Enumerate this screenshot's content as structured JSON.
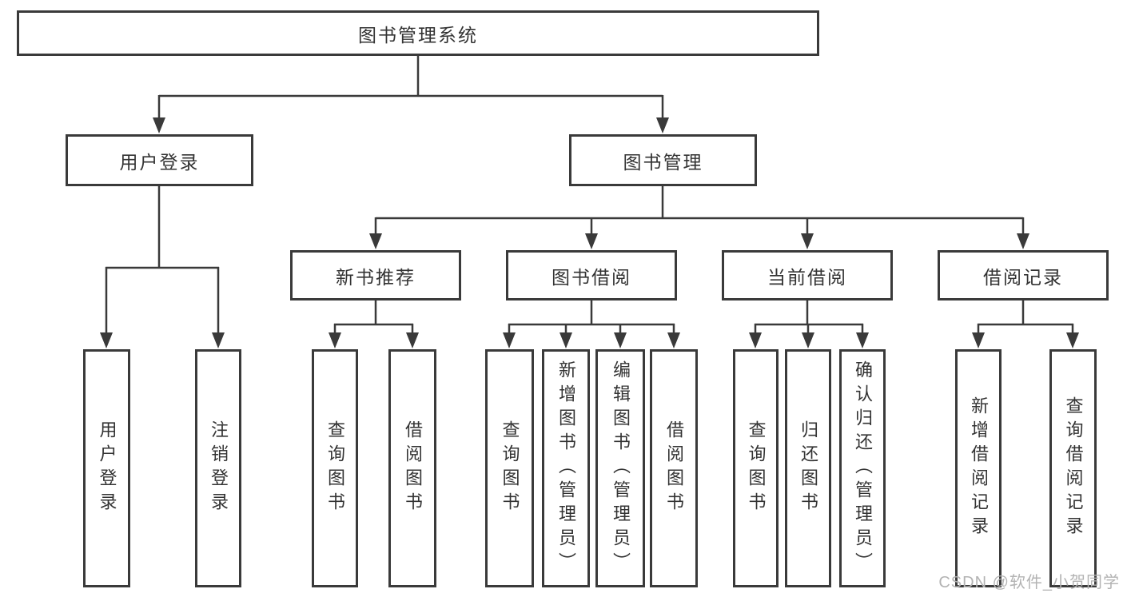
{
  "diagram": {
    "root": "图书管理系统",
    "branches": {
      "user_login": {
        "label": "用户登录",
        "children": [
          "用户登录",
          "注销登录"
        ]
      },
      "book_mgmt": {
        "label": "图书管理",
        "sections": [
          {
            "label": "新书推荐",
            "children": [
              "查询图书",
              "借阅图书"
            ]
          },
          {
            "label": "图书借阅",
            "children": [
              "查询图书",
              "新增图书（管理员）",
              "编辑图书（管理员）",
              "借阅图书"
            ]
          },
          {
            "label": "当前借阅",
            "children": [
              "查询图书",
              "归还图书",
              "确认归还（管理员）"
            ]
          },
          {
            "label": "借阅记录",
            "children": [
              "新增借阅记录",
              "查询借阅记录"
            ]
          }
        ]
      }
    }
  },
  "watermark": "CSDN @软件_小贺同学",
  "colors": {
    "line": "#3a3a3a",
    "box_border": "#3a3a3a",
    "box_fill": "#ffffff",
    "text": "#333333",
    "watermark": "#b3b3b3",
    "background": "#ffffff"
  }
}
